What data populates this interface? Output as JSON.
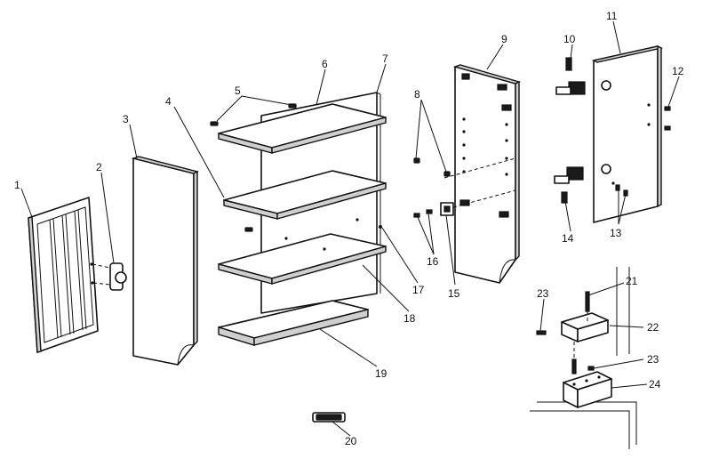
{
  "diagram": {
    "type": "exploded-parts-view",
    "callouts": [
      {
        "id": "1",
        "label": "1"
      },
      {
        "id": "2",
        "label": "2"
      },
      {
        "id": "3",
        "label": "3"
      },
      {
        "id": "4",
        "label": "4"
      },
      {
        "id": "5",
        "label": "5"
      },
      {
        "id": "6",
        "label": "6"
      },
      {
        "id": "7",
        "label": "7"
      },
      {
        "id": "8",
        "label": "8"
      },
      {
        "id": "9",
        "label": "9"
      },
      {
        "id": "10",
        "label": "10"
      },
      {
        "id": "11",
        "label": "11"
      },
      {
        "id": "12",
        "label": "12"
      },
      {
        "id": "13",
        "label": "13"
      },
      {
        "id": "14",
        "label": "14"
      },
      {
        "id": "15",
        "label": "15"
      },
      {
        "id": "16",
        "label": "16"
      },
      {
        "id": "17",
        "label": "17"
      },
      {
        "id": "18",
        "label": "18"
      },
      {
        "id": "19",
        "label": "19"
      },
      {
        "id": "20",
        "label": "20"
      },
      {
        "id": "21",
        "label": "21"
      },
      {
        "id": "22",
        "label": "22"
      },
      {
        "id": "23a",
        "label": "23"
      },
      {
        "id": "23b",
        "label": "23"
      },
      {
        "id": "24",
        "label": "24"
      }
    ]
  }
}
